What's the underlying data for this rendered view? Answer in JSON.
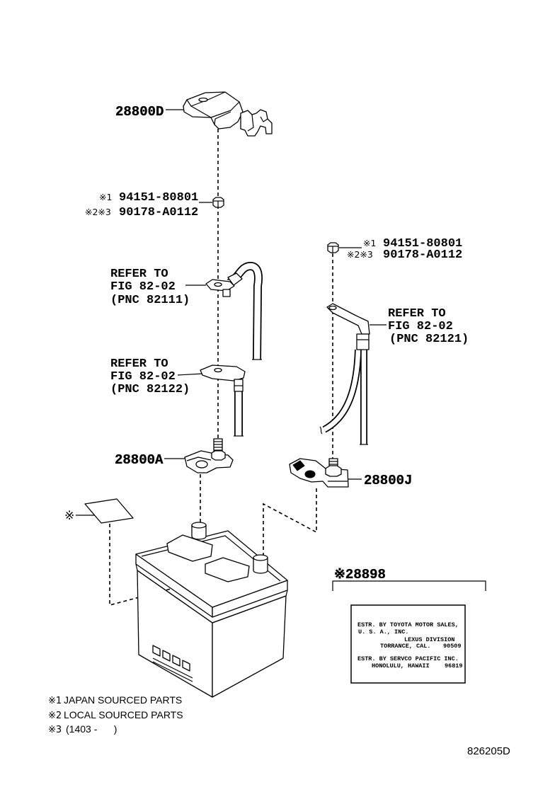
{
  "parts": {
    "cover": "28800D",
    "terminal_a": "28800A",
    "terminal_j": "28800J",
    "label": "※28898",
    "sticker_mark": "※"
  },
  "nut_left": [
    {
      "mark": "※1",
      "number": "94151-80801"
    },
    {
      "mark": "※2※3",
      "number": "90178-A0112"
    }
  ],
  "nut_right": [
    {
      "mark": "※1",
      "number": "94151-80801"
    },
    {
      "mark": "※2※3",
      "number": "90178-A0112"
    }
  ],
  "refer_82111": {
    "line1": "REFER TO",
    "line2": "FIG 82-02",
    "line3": "(PNC 82111)"
  },
  "refer_82122": {
    "line1": "REFER TO",
    "line2": "FIG 82-02",
    "line3": "(PNC 82122)"
  },
  "refer_82121": {
    "line1": "REFER TO",
    "line2": "FIG 82-02",
    "line3": "(PNC 82121)"
  },
  "caution_label": {
    "line1": "ESTR. BY TOYOTA MOTOR SALES,",
    "line2": "U. S. A., INC.",
    "line3": "LEXUS DIVISION",
    "line4": "TORRANCE, CAL.",
    "zip1": "90509",
    "line5": "ESTR. BY SERVCO PACIFIC INC.",
    "line6": "HONOLULU, HAWAII",
    "zip2": "96819"
  },
  "footnotes": [
    {
      "mark": "※1",
      "text": "JAPAN SOURCED PARTS"
    },
    {
      "mark": "※2",
      "text": "LOCAL SOURCED PARTS"
    },
    {
      "mark": "※3",
      "text": "(1403 -      )"
    }
  ],
  "figure_code": "826205D"
}
